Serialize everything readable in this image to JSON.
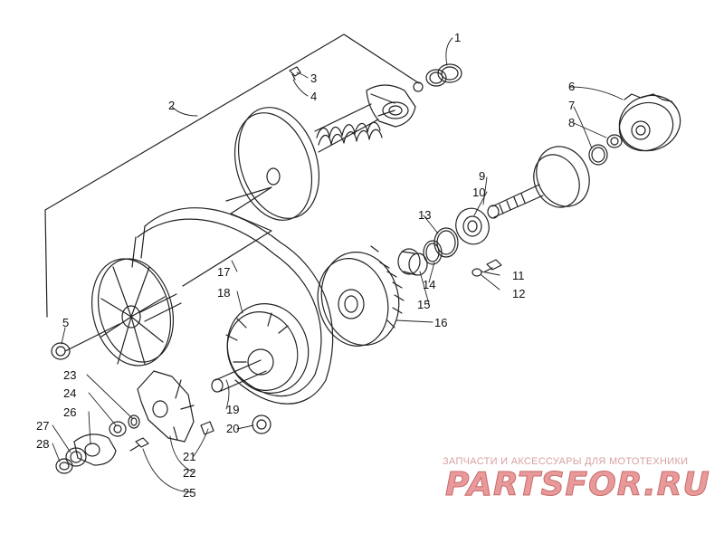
{
  "diagram": {
    "callouts": [
      "1",
      "2",
      "3",
      "4",
      "5",
      "6",
      "7",
      "8",
      "9",
      "10",
      "11",
      "12",
      "13",
      "14",
      "15",
      "16",
      "17",
      "18",
      "19",
      "20",
      "21",
      "22",
      "23",
      "24",
      "25",
      "26",
      "27",
      "28"
    ]
  },
  "watermark": {
    "tagline": "ЗАПЧАСТИ И АКСЕССУАРЫ ДЛЯ МОТОТЕХНИКИ",
    "logo": "PARTSFOR.RU"
  }
}
